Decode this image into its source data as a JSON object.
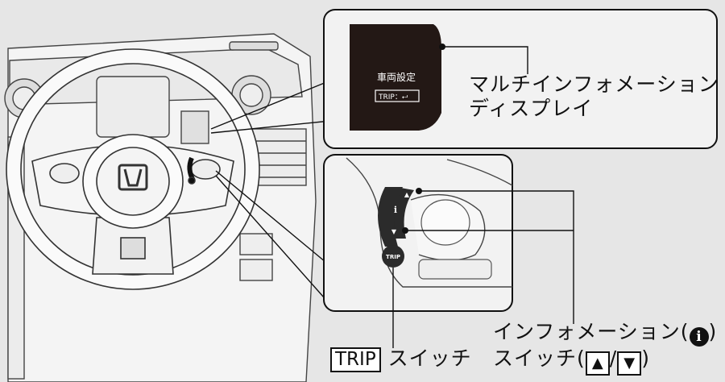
{
  "screen": {
    "title": "車両設定",
    "trip_hint": "TRIP：⮠"
  },
  "labels": {
    "display_line1": "マルチインフォメーション",
    "display_line2": "ディスプレイ",
    "info_line1": "インフォメーション(",
    "info_symbol": "i",
    "info_line1_end": ")",
    "info_line2_start": "スイッチ(",
    "up_arrow": "▲",
    "separator": "/",
    "down_arrow": "▼",
    "info_line2_end": ")",
    "trip_key": "TRIP",
    "trip_suffix": "スイッチ"
  },
  "button": {
    "trip": "TRIP",
    "info": "i",
    "up": "▲",
    "down": "▼"
  },
  "colors": {
    "background": "#e6e6e6",
    "callout_fill": "#f2f2f2",
    "screen": "#231815",
    "line": "#111111"
  }
}
